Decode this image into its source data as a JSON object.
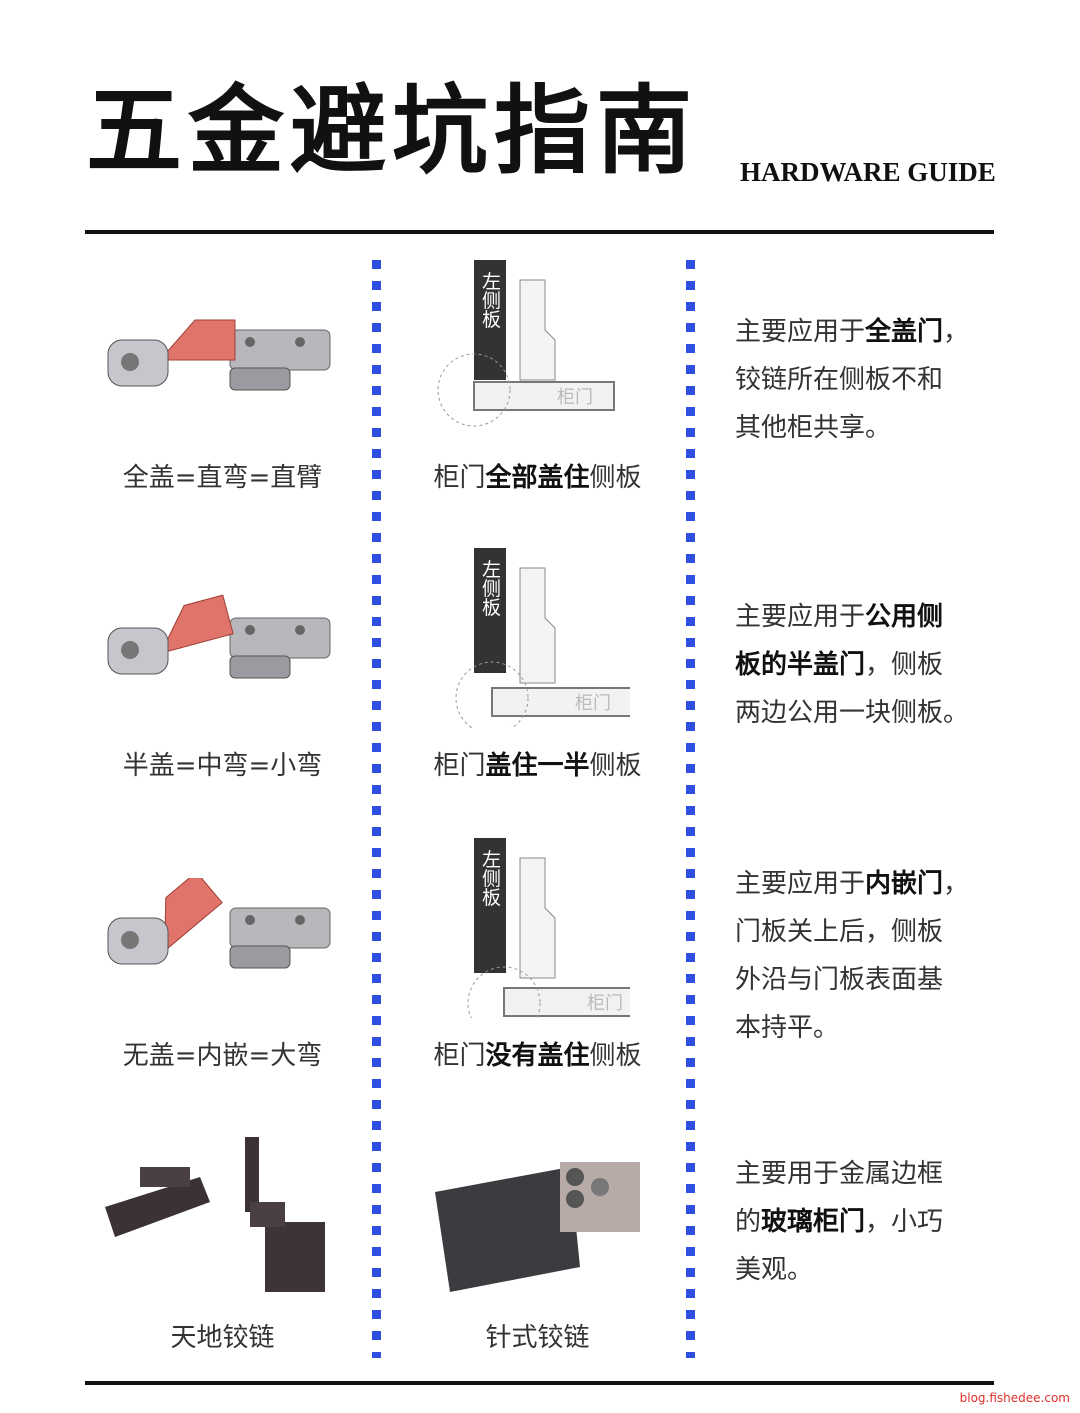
{
  "header": {
    "title": "五金避坑指南",
    "subtitle": "HARDWARE GUIDE"
  },
  "colors": {
    "accent_dots": "#2f4fe0",
    "hinge_arm": "#e0736a",
    "board": "#333333"
  },
  "diagram_labels": {
    "side_panel": "左侧板",
    "door": "柜门"
  },
  "rows": [
    {
      "type_label": "全盖=直弯=直臂",
      "caption": [
        {
          "t": "柜门"
        },
        {
          "t": "全部盖住",
          "b": true
        },
        {
          "t": "侧板"
        }
      ],
      "desc": [
        [
          {
            "t": "主要应用于"
          },
          {
            "t": "全盖门",
            "b": true
          },
          {
            "t": "，"
          }
        ],
        [
          {
            "t": "铰链所在侧板不和"
          }
        ],
        [
          {
            "t": "其他柜共享。"
          }
        ]
      ]
    },
    {
      "type_label": "半盖=中弯=小弯",
      "caption": [
        {
          "t": "柜门"
        },
        {
          "t": "盖住一半",
          "b": true
        },
        {
          "t": "侧板"
        }
      ],
      "desc": [
        [
          {
            "t": "主要应用于"
          },
          {
            "t": "公用侧",
            "b": true
          }
        ],
        [
          {
            "t": "板的半盖门",
            "b": true
          },
          {
            "t": "，侧板"
          }
        ],
        [
          {
            "t": "两边公用一块侧板。"
          }
        ]
      ]
    },
    {
      "type_label": "无盖=内嵌=大弯",
      "caption": [
        {
          "t": "柜门"
        },
        {
          "t": "没有盖住",
          "b": true
        },
        {
          "t": "侧板"
        }
      ],
      "desc": [
        [
          {
            "t": "主要应用于"
          },
          {
            "t": "内嵌门",
            "b": true
          },
          {
            "t": "，"
          }
        ],
        [
          {
            "t": "门板关上后，侧板"
          }
        ],
        [
          {
            "t": "外沿与门板表面基"
          }
        ],
        [
          {
            "t": "本持平。"
          }
        ]
      ]
    },
    {
      "type_label": "天地铰链",
      "caption": [
        {
          "t": "针式铰链"
        }
      ],
      "desc": [
        [
          {
            "t": "主要用于金属边框"
          }
        ],
        [
          {
            "t": "的"
          },
          {
            "t": "玻璃柜门",
            "b": true
          },
          {
            "t": "，小巧"
          }
        ],
        [
          {
            "t": "美观。"
          }
        ]
      ]
    }
  ],
  "watermark": "blog.fishedee.com"
}
